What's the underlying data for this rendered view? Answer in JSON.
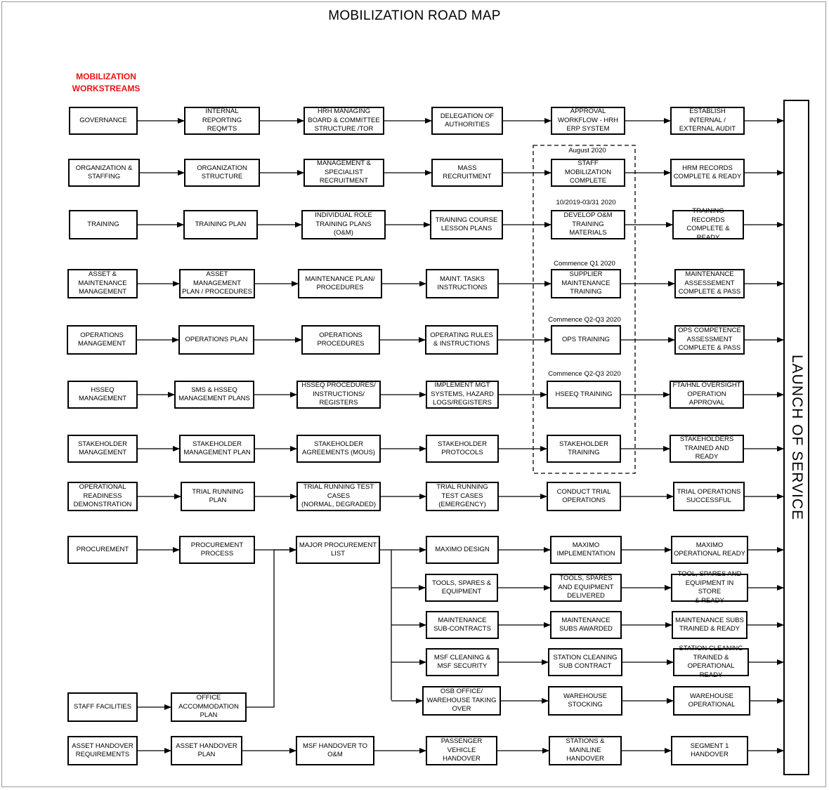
{
  "title": "MOBILIZATION ROAD MAP",
  "workstreams_header": "MOBILIZATION\nWORKSTREAMS",
  "launch_label": "LAUNCH OF SERVICE",
  "nodes": [
    {
      "id": "gov1",
      "text": "GOVERNANCE"
    },
    {
      "id": "gov2",
      "text": "INTERNAL\nREPORTING REQM'TS"
    },
    {
      "id": "gov3",
      "text": "HRH MANAGING\nBOARD & COMMITTEE\nSTRUCTURE /TOR"
    },
    {
      "id": "gov4",
      "text": "DELEGATION OF\nAUTHORITIES"
    },
    {
      "id": "gov5",
      "text": "APPROVAL\nWORKFLOW - HRH\nERP SYSTEM"
    },
    {
      "id": "gov6",
      "text": "ESTABLISH\nINTERNAL /\nEXTERNAL AUDIT"
    },
    {
      "id": "org1",
      "text": "ORGANIZATION &\nSTAFFING"
    },
    {
      "id": "org2",
      "text": "ORGANIZATION\nSTRUCTURE"
    },
    {
      "id": "org3",
      "text": "MANAGEMENT &\nSPECIALIST\nRECRUITMENT"
    },
    {
      "id": "org4",
      "text": "MASS\nRECRUITMENT"
    },
    {
      "id": "org5",
      "text": "STAFF\nMOBILIZATION\nCOMPLETE"
    },
    {
      "id": "org6",
      "text": "HRM RECORDS\nCOMPLETE & READY"
    },
    {
      "id": "trn1",
      "text": "TRAINING"
    },
    {
      "id": "trn2",
      "text": "TRAINING PLAN"
    },
    {
      "id": "trn3",
      "text": "INDIVIDUAL ROLE\nTRAINING PLANS\n(O&M)"
    },
    {
      "id": "trn4",
      "text": "TRAINING COURSE\nLESSON PLANS"
    },
    {
      "id": "trn5",
      "text": "DEVELOP O&M\nTRAINING\nMATERIALS"
    },
    {
      "id": "trn6",
      "text": "TRAINING RECORDS\nCOMPLETE &\nREADY"
    },
    {
      "id": "ast1",
      "text": "ASSET &\nMAINTENANCE\nMANAGEMENT"
    },
    {
      "id": "ast2",
      "text": "ASSET\nMANAGEMENT\nPLAN / PROCEDURES"
    },
    {
      "id": "ast3",
      "text": "MAINTENANCE PLAN/\nPROCEDURES"
    },
    {
      "id": "ast4",
      "text": "MAINT. TASKS\nINSTRUCTIONS"
    },
    {
      "id": "ast5",
      "text": "SUPPLIER\nMAINTENANCE\nTRAINING"
    },
    {
      "id": "ast6",
      "text": "MAINTENANCE\nASSESSEMENT\nCOMPLETE & PASS"
    },
    {
      "id": "ops1",
      "text": "OPERATIONS\nMANAGEMENT"
    },
    {
      "id": "ops2",
      "text": "OPERATIONS PLAN"
    },
    {
      "id": "ops3",
      "text": "OPERATIONS\nPROCEDURES"
    },
    {
      "id": "ops4",
      "text": "OPERATING RULES\n& INSTRUCTIONS"
    },
    {
      "id": "ops5",
      "text": "OPS TRAINING"
    },
    {
      "id": "ops6",
      "text": "OPS COMPETENCE\nASSESSMENT\nCOMPLETE & PASS"
    },
    {
      "id": "hse1",
      "text": "HSSEQ\nMANAGEMENT"
    },
    {
      "id": "hse2",
      "text": "SMS & HSSEQ\nMANAGEMENT PLANS"
    },
    {
      "id": "hse3",
      "text": "HSSEQ PROCEDURES/\nINSTRUCTIONS/\nREGISTERS"
    },
    {
      "id": "hse4",
      "text": "IMPLEMENT MGT\nSYSTEMS, HAZARD\nLOGS/REGISTERS"
    },
    {
      "id": "hse5",
      "text": "HSEEQ TRAINING"
    },
    {
      "id": "hse6",
      "text": "FTA/HNL OVERSIGHT\nOPERATION\nAPPROVAL"
    },
    {
      "id": "stk1",
      "text": "STAKEHOLDER\nMANAGEMENT"
    },
    {
      "id": "stk2",
      "text": "STAKEHOLDER\nMANAGEMENT PLAN"
    },
    {
      "id": "stk3",
      "text": "STAKEHOLDER\nAGREEMENTS (MoUs)"
    },
    {
      "id": "stk4",
      "text": "STAKEHOLDER\nPROTOCOLS"
    },
    {
      "id": "stk5",
      "text": "STAKEHOLDER\nTRAINING"
    },
    {
      "id": "stk6",
      "text": "STAKEHOLDERS\nTRAINED AND READY"
    },
    {
      "id": "trl1",
      "text": "OPERATIONAL\nREADINESS\nDEMONSTRATION"
    },
    {
      "id": "trl2",
      "text": "TRIAL RUNNING\nPLAN"
    },
    {
      "id": "trl3",
      "text": "TRIAL RUNNING TEST\nCASES\n(NORMAL, DEGRADED)"
    },
    {
      "id": "trl4",
      "text": "TRIAL RUNNING\nTEST CASES\n(EMERGENCY)"
    },
    {
      "id": "trl5",
      "text": "CONDUCT TRIAL\nOPERATIONS"
    },
    {
      "id": "trl6",
      "text": "TRIAL OPERATIONS\nSUCCESSFUL"
    },
    {
      "id": "prc1",
      "text": "PROCUREMENT"
    },
    {
      "id": "prc2",
      "text": "PROCUREMENT\nPROCESS"
    },
    {
      "id": "prc3",
      "text": "MAJOR PROCUREMENT\nLIST"
    },
    {
      "id": "prc4",
      "text": "MAXIMO DESIGN"
    },
    {
      "id": "prc5",
      "text": "MAXIMO\nIMPLEMENTATION"
    },
    {
      "id": "prc6",
      "text": "MAXIMO\nOPERATIONAL READY"
    },
    {
      "id": "tls1",
      "text": "TOOLS, SPARES &\nEQUIPMENT"
    },
    {
      "id": "tls2",
      "text": "TOOLS, SPARES\nAND EQUIPMENT\nDELIVERED"
    },
    {
      "id": "tls3",
      "text": "TOOL, SPARES AND\nEQUIPMENT IN STORE\n& READY"
    },
    {
      "id": "msc1",
      "text": "MAINTENANCE\nSUB-CONTRACTS"
    },
    {
      "id": "msc2",
      "text": "MAINTENANCE\nSUBS AWARDED"
    },
    {
      "id": "msc3",
      "text": "MAINTENANCE SUBS\nTRAINED & READY"
    },
    {
      "id": "msf1",
      "text": "MSF CLEANING &\nMSF SECURITY"
    },
    {
      "id": "msf2",
      "text": "STATION CLEANING\nSUB CONTRACT"
    },
    {
      "id": "msf3",
      "text": "STATION CLEANING\nTRAINED &\nOPERATIONAL READY"
    },
    {
      "id": "osb1",
      "text": "OSB OFFICE/\nWAREHOUSE TAKING\nOVER"
    },
    {
      "id": "osb2",
      "text": "WAREHOUSE\nSTOCKING"
    },
    {
      "id": "osb3",
      "text": "WAREHOUSE\nOPERATIONAL"
    },
    {
      "id": "sf1",
      "text": "STAFF FACILITIES"
    },
    {
      "id": "sf2",
      "text": "OFFICE\nACCOMMODATION\nPLAN"
    },
    {
      "id": "ah1",
      "text": "ASSET HANDOVER\nREQUIREMENTS"
    },
    {
      "id": "ah2",
      "text": "ASSET HANDOVER\nPLAN"
    },
    {
      "id": "ah3",
      "text": "MSF HANDOVER TO\nO&M"
    },
    {
      "id": "ah4",
      "text": "PASSENGER\nVEHICLE\nHANDOVER"
    },
    {
      "id": "ah5",
      "text": "STATIONS &\nMAINLINE\nHANDOVER"
    },
    {
      "id": "ah6",
      "text": "SEGMENT 1\nHANDOVER"
    }
  ],
  "tags": [
    {
      "id": "tag-org",
      "text": "August 2020"
    },
    {
      "id": "tag-trn",
      "text": "10/2019-03/31 2020"
    },
    {
      "id": "tag-ast",
      "text": "Commence Q1 2020"
    },
    {
      "id": "tag-ops",
      "text": "Commence Q2-Q3 2020"
    },
    {
      "id": "tag-hse",
      "text": "Commence Q2-Q3 2020"
    }
  ]
}
